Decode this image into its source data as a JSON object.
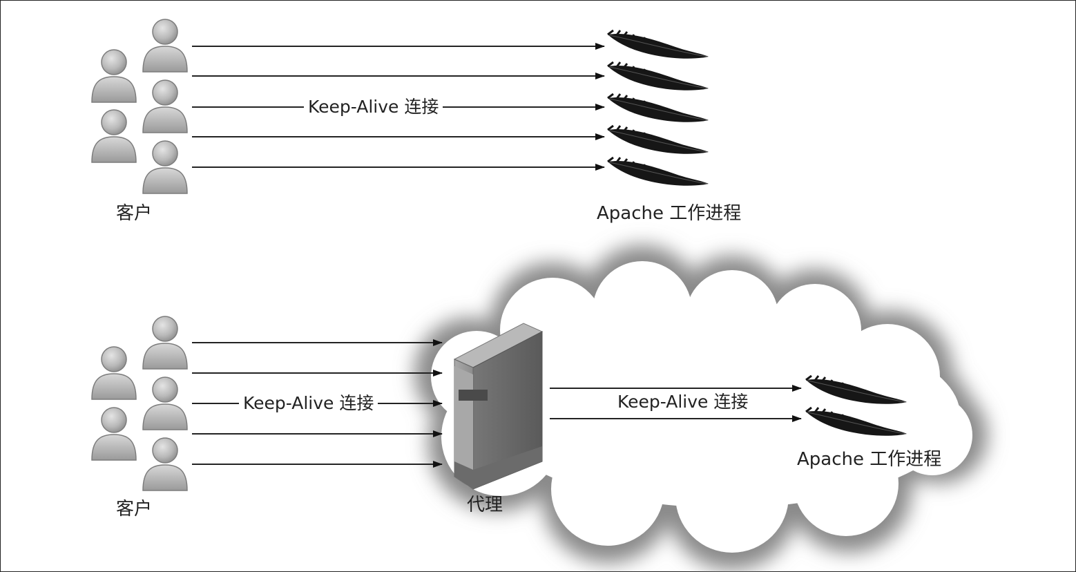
{
  "top": {
    "clients_label": "客户",
    "connection_label": "Keep-Alive 连接",
    "workers_label": "Apache 工作进程"
  },
  "bottom": {
    "clients_label": "客户",
    "client_connection_label": "Keep-Alive 连接",
    "proxy_label": "代理",
    "backend_connection_label": "Keep-Alive 连接",
    "workers_label": "Apache 工作进程"
  },
  "icons": {
    "client": "user-icon",
    "worker": "apache-feather-icon",
    "proxy": "server-icon",
    "network": "cloud-icon"
  }
}
